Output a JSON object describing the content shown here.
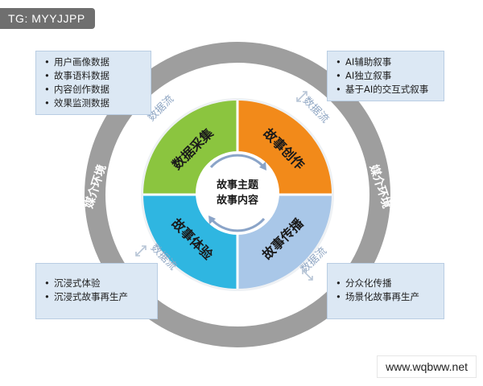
{
  "watermark": "TG: MYYJJPP",
  "site": "www.wqbww.net",
  "center": {
    "line1": "故事主题",
    "line2": "故事内容"
  },
  "quadrants": [
    {
      "label": "数据采集",
      "color": "#8bc53f"
    },
    {
      "label": "故事创作",
      "color": "#f28a1a"
    },
    {
      "label": "故事传播",
      "color": "#a9c7e8"
    },
    {
      "label": "故事体验",
      "color": "#2fb6e1"
    }
  ],
  "ring_labels": {
    "left": "媒介环境",
    "right": "媒介环境"
  },
  "flow_labels": [
    "数据流",
    "数据流",
    "数据流",
    "数据流"
  ],
  "boxes": {
    "top_left": [
      "用户画像数据",
      "故事语料数据",
      "内容创作数据",
      "效果监测数据"
    ],
    "top_right": [
      "AI辅助叙事",
      "AI独立叙事",
      "基于AI的交互式叙事"
    ],
    "bottom_left": [
      "沉浸式体验",
      "沉浸式故事再生产"
    ],
    "bottom_right": [
      "分众化传播",
      "场景化故事再生产"
    ]
  }
}
